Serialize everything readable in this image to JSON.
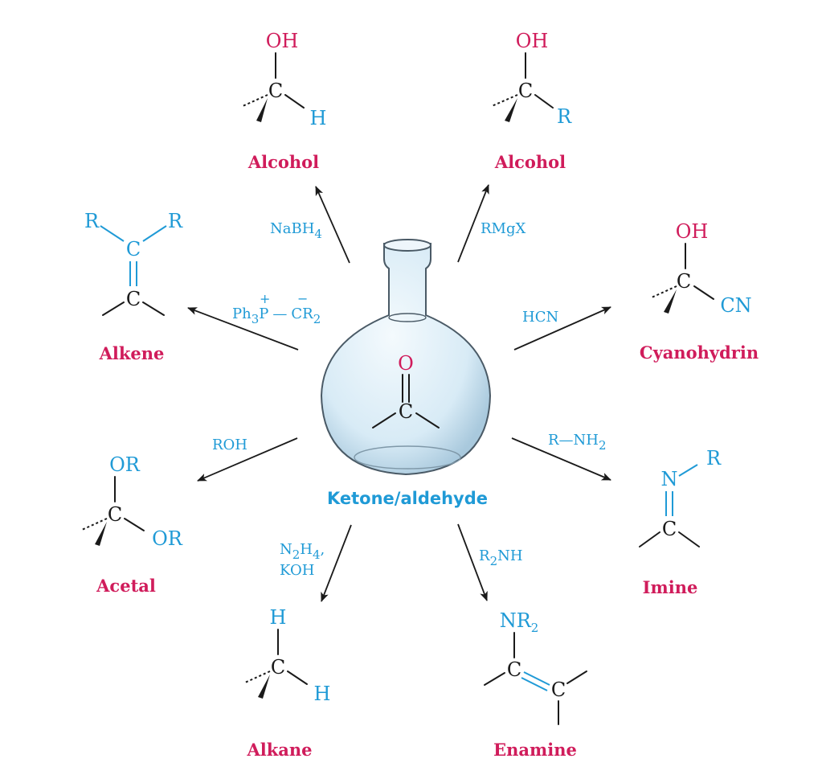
{
  "colors": {
    "product": "#d01c5b",
    "reagent": "#1f9ad6",
    "atom_black": "#1a1a1a",
    "flask_fill": "#d8ebf6",
    "flask_stroke": "#4a5a66"
  },
  "center": {
    "label": "Ketone/aldehyde",
    "atom_o": "O",
    "atom_c": "C"
  },
  "products": {
    "alcohol_h": {
      "name": "Alcohol",
      "reagent": "NaBH",
      "reagent_sub": "4",
      "atoms": {
        "oh": "OH",
        "c": "C",
        "h": "H"
      }
    },
    "alcohol_r": {
      "name": "Alcohol",
      "reagent": "RMgX",
      "atoms": {
        "oh": "OH",
        "c": "C",
        "r": "R"
      }
    },
    "cyanohydrin": {
      "name": "Cyanohydrin",
      "reagent": "HCN",
      "atoms": {
        "oh": "OH",
        "c": "C",
        "cn": "CN"
      }
    },
    "imine": {
      "name": "Imine",
      "reagent": "R—NH",
      "reagent_sub": "2",
      "atoms": {
        "n": "N",
        "r": "R",
        "c": "C"
      }
    },
    "enamine": {
      "name": "Enamine",
      "reagent_pre": "R",
      "reagent_pre_sub": "2",
      "reagent": "NH",
      "atoms": {
        "nr": "NR",
        "nr_sub": "2",
        "c1": "C",
        "c2": "C"
      }
    },
    "alkane": {
      "name": "Alkane",
      "reagent_line1": "N",
      "reagent_line1_sub1": "2",
      "reagent_line1_mid": "H",
      "reagent_line1_sub2": "4",
      "reagent_line1_end": ",",
      "reagent_line2": "KOH",
      "atoms": {
        "h_top": "H",
        "c": "C",
        "h": "H"
      }
    },
    "acetal": {
      "name": "Acetal",
      "reagent": "ROH",
      "atoms": {
        "or_top": "OR",
        "c": "C",
        "or": "OR"
      }
    },
    "alkene": {
      "name": "Alkene",
      "reagent_ph": "Ph",
      "reagent_ph_sub": "3",
      "reagent_p": "P",
      "reagent_plus": "+",
      "reagent_minus": "−",
      "reagent_dash": "—",
      "reagent_c": "CR",
      "reagent_c_sub": "2",
      "atoms": {
        "r1": "R",
        "r2": "R",
        "c_top": "C",
        "c_bot": "C"
      }
    }
  }
}
